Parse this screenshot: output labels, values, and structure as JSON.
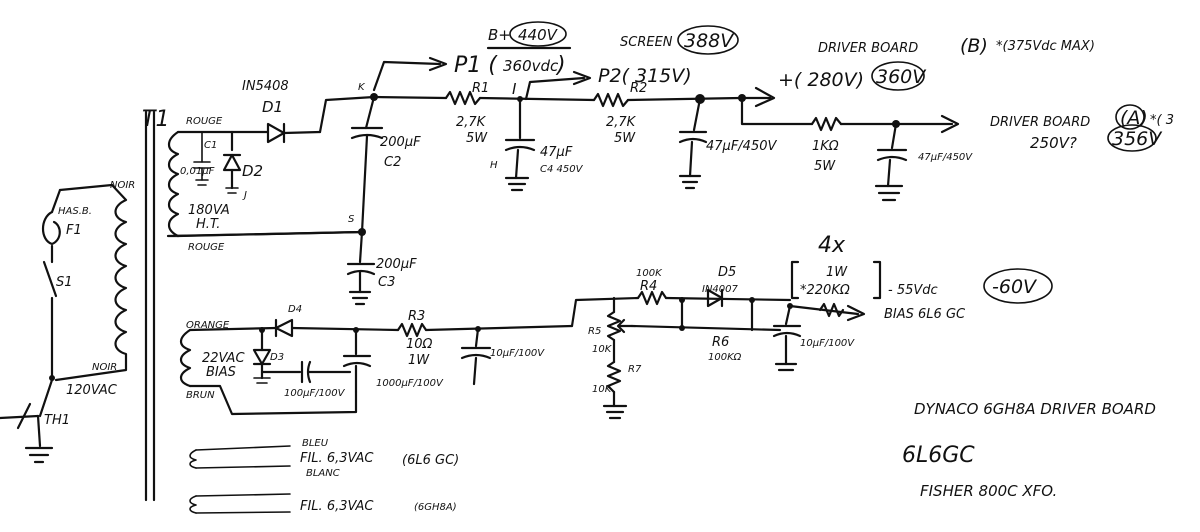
{
  "labels": {
    "bplus": "B+",
    "bplus_v": "440V",
    "p1": "P1 (",
    "p1_v": "360vdc",
    "p1_close": ")",
    "screen": "SCREEN",
    "screen_v": "388V",
    "p2": "P2( 315V)",
    "driver_b": "DRIVER BOARD",
    "driver_b_tag": "(B)",
    "driver_b_max": "*(375Vdc MAX)",
    "v280": "+( 280V)",
    "v360": "360V",
    "driver_a": "DRIVER BOARD",
    "driver_a_tag": "(A)",
    "driver_a_extra": "*( 3",
    "v250": "250V?",
    "v356": "356V",
    "in5408": "IN5408",
    "d1": "D1",
    "k": "K",
    "t1": "T1",
    "rouge_top": "ROUGE",
    "rouge_bottom": "ROUGE",
    "c1": "C1",
    "c1_val": "0,01µF",
    "d2": "D2",
    "j": "J",
    "va180": "180VA",
    "ht": "H.T.",
    "c2_val": "200µF",
    "c2": "C2",
    "s": "S",
    "r1": "R1",
    "r1_val": "2,7K",
    "r1_w": "5W",
    "i": "I",
    "h": "H",
    "c4_val": "47µF",
    "c4": "C4 450V",
    "r2": "R2",
    "r2_val": "2,7K",
    "r2_w": "5W",
    "cap_mid": "47µF/450V",
    "r_1k": "1KΩ",
    "r_1k_w": "5W",
    "cap_right": "47µF/450V",
    "c3_val": "200µF",
    "c3": "C3",
    "noir_top": "NOIR",
    "noir_bottom": "NOIR",
    "has": "HAS.B.",
    "f1": "F1",
    "s1": "S1",
    "v120": "120VAC",
    "th1": "TH1",
    "orange": "ORANGE",
    "d4": "D4",
    "d3": "D3",
    "vac22": "22VAC",
    "bias_tr": "BIAS",
    "brun": "BRUN",
    "c_100": "100µF/100V",
    "c_1000": "1000µF/100V",
    "r3": "R3",
    "r3_val": "10Ω",
    "r3_w": "1W",
    "c_10a": "10µF/100V",
    "r4_val": "100K",
    "r4": "R4",
    "r5": "R5",
    "r5_val": "10K",
    "r7": "R7",
    "r7_val": "10K",
    "d5": "D5",
    "d5_type": "IN4007",
    "r6": "R6",
    "r6_val": "100KΩ",
    "c_10b": "10µF/100V",
    "x4": "4x",
    "w1": "1W",
    "r_220": "*220KΩ",
    "v55": "- 55Vdc",
    "v60": "-60V",
    "bias_out": "BIAS 6L6 GC",
    "bleu": "BLEU",
    "fil1": "FIL. 6,3VAC",
    "blanc": "BLANC",
    "fil1_tube": "(6L6 GC)",
    "fil2": "FIL. 6,3VAC",
    "fil2_tube": "(6GH8A)",
    "title1": "DYNACO 6GH8A DRIVER BOARD",
    "title2": "6L6GC",
    "title3": "FISHER 800C XFO."
  }
}
